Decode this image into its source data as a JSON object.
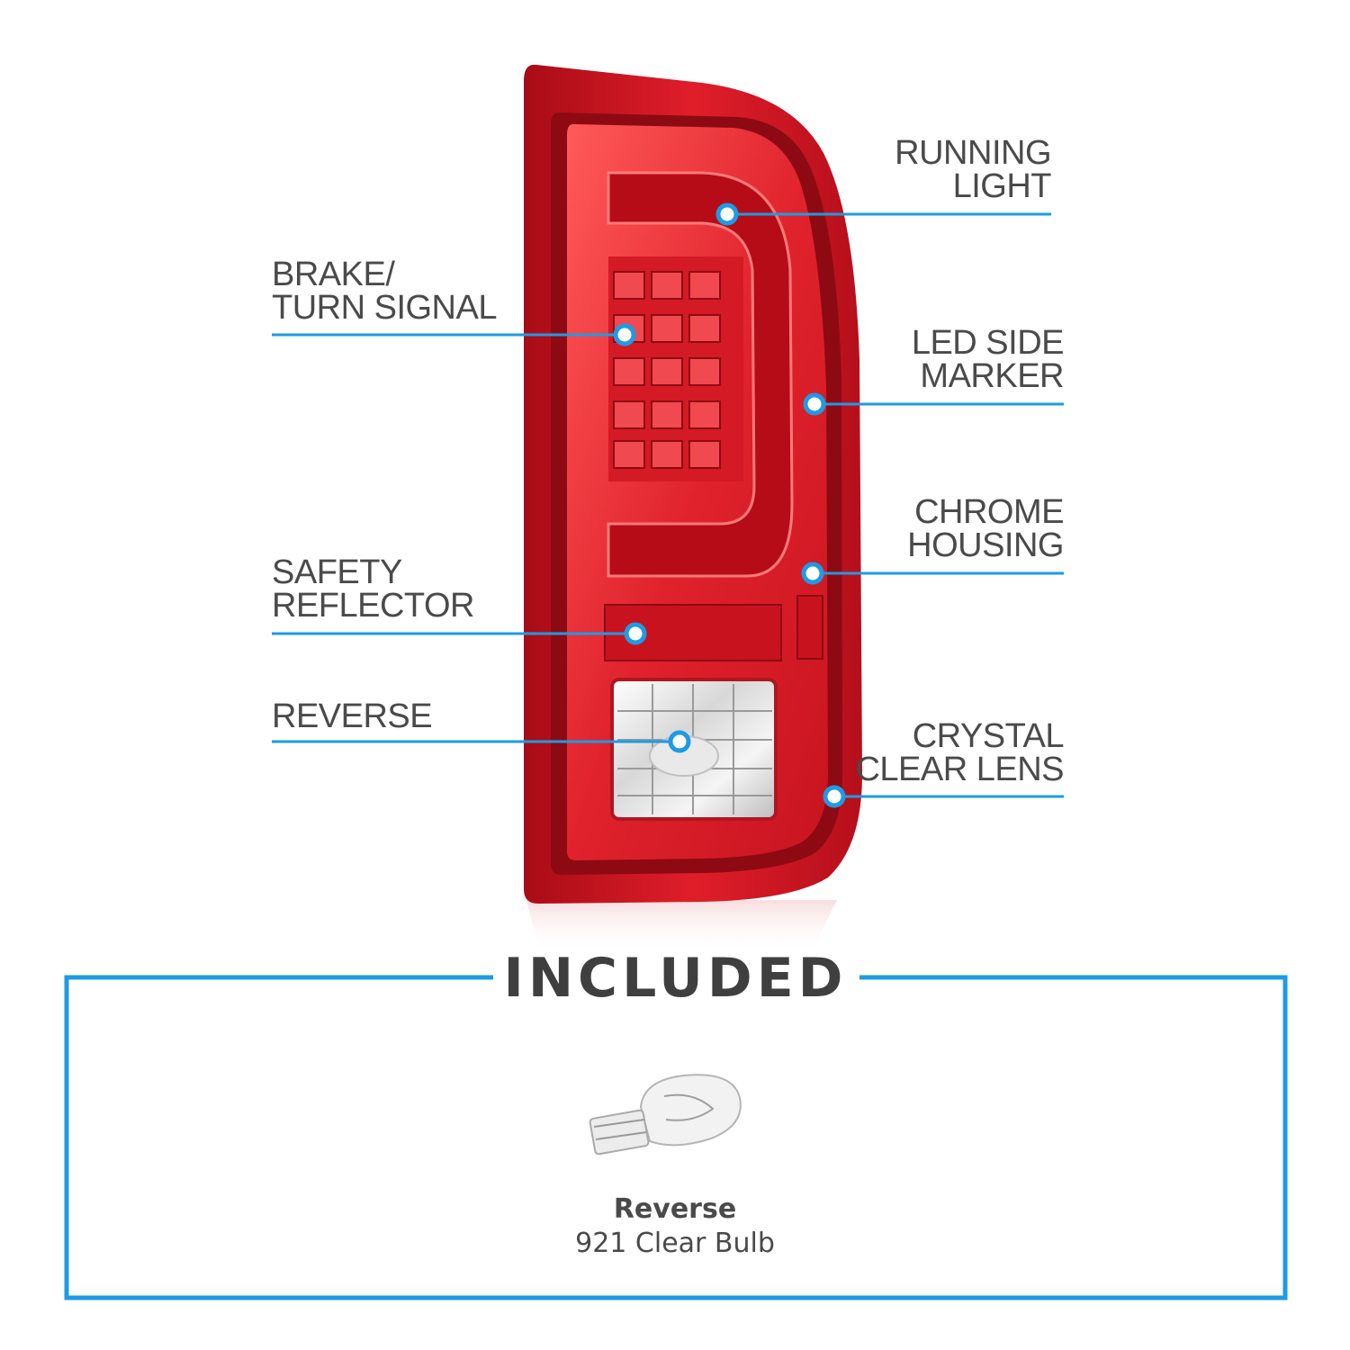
{
  "colors": {
    "accent": "#1e9be3",
    "lamp_red": "#c8101e",
    "text": "#4a4a4a"
  },
  "callouts": {
    "running_light": {
      "line1": "RUNNING",
      "line2": "LIGHT"
    },
    "brake_turn_signal": {
      "line1": "BRAKE/",
      "line2": "TURN SIGNAL"
    },
    "led_side_marker": {
      "line1": "LED SIDE",
      "line2": "MARKER"
    },
    "chrome_housing": {
      "line1": "CHROME",
      "line2": "HOUSING"
    },
    "safety_reflector": {
      "line1": "SAFETY",
      "line2": "REFLECTOR"
    },
    "reverse": {
      "line1": "REVERSE"
    },
    "crystal_clear_lens": {
      "line1": "CRYSTAL",
      "line2": "CLEAR LENS"
    }
  },
  "included": {
    "title": "INCLUDED",
    "items": [
      {
        "name": "Reverse",
        "description": "921 Clear Bulb",
        "icon": "bulb-icon"
      }
    ]
  }
}
